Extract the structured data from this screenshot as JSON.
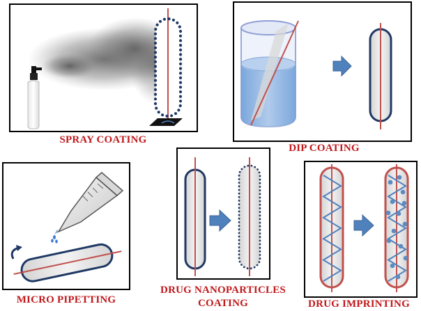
{
  "captions": {
    "spray": "SPRAY COATING",
    "dip": "DIP COATING",
    "micro": "MICRO PIPETTING",
    "nano_line1": "DRUG NANOPARTICLES",
    "nano_line2": "COATING",
    "imprint": "DRUG IMPRINTING"
  },
  "colors": {
    "caption": "#c0181b",
    "rod": "#c0504d",
    "outline": "#1f3864",
    "coating_dots": "#1f3864",
    "arrow": "#4f81bd",
    "liquid": "#8eb4e3",
    "imprint_wave": "#4f81bd",
    "imprint_dots": "#5b8bc0"
  },
  "icons": {
    "spray_bottle": "spray-bottle-icon",
    "pipette": "pipette-icon",
    "rotate": "rotate-arrow-icon",
    "beaker": "beaker-icon"
  }
}
